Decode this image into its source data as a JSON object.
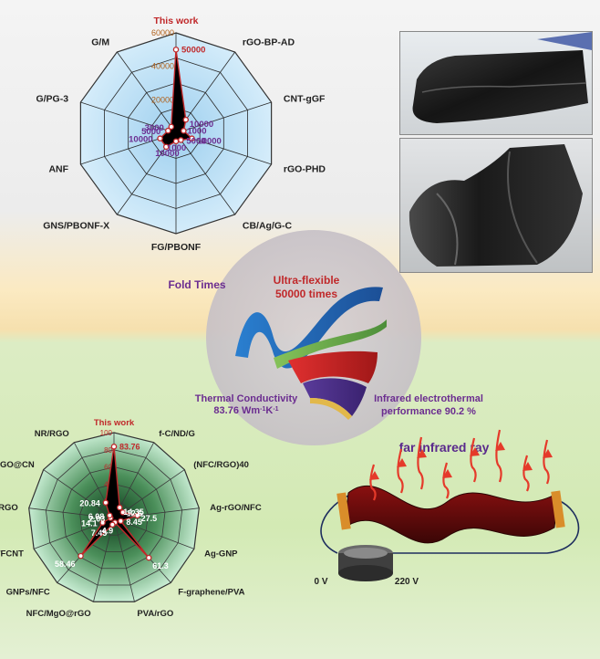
{
  "chart_data": [
    {
      "type": "radar",
      "title": "Fold Times",
      "highlight_label": "This work",
      "categories": [
        "This work",
        "rGO-BP-AD",
        "CNT-gGF",
        "rGO-PHD",
        "CB/Ag/G-C",
        "FG/PBONF",
        "GNS/PBONF-X",
        "ANF",
        "G/PG-3",
        "G/M"
      ],
      "values": [
        50000,
        10000,
        1000,
        10000,
        5000,
        1000,
        10000,
        10000,
        5000,
        3000
      ],
      "value_labels": [
        "50000",
        "10000",
        "1000",
        "10000",
        "5000",
        "1000",
        "10000",
        "10000",
        "5000",
        "3000"
      ],
      "axis_ticks": [
        "60000",
        "40000",
        "20000",
        "0"
      ],
      "rlim": [
        0,
        60000
      ]
    },
    {
      "type": "radar",
      "title": "Thermal Conductivity",
      "highlight_label": "This work",
      "categories": [
        "This work",
        "f-C/ND/G",
        "(NFC/RGO)40",
        "Ag-rGO/NFC",
        "Ag-GNP",
        "F-graphene/PVA",
        "PVA/rGO",
        "NFC/MgO@rGO",
        "GNPs/NFC",
        "NFC/FCNT",
        "SR/RGO",
        "PI/rGO@CN",
        "NR/RGO"
      ],
      "values": [
        83.76,
        14.35,
        12.6,
        27.5,
        8.45,
        61.3,
        4.9,
        7.45,
        58.46,
        14.1,
        2.03,
        6.08,
        20.84
      ],
      "value_labels": [
        "83.76",
        "14.35",
        "12.6",
        "27.5",
        "8.45",
        "61.3",
        "4.9",
        "7.45",
        "58.46",
        "14.1",
        "2.03",
        "6.08",
        "20.84"
      ],
      "axis_ticks": [
        "100",
        "80",
        "60",
        "40",
        "20",
        "0"
      ],
      "rlim": [
        0,
        100
      ]
    }
  ],
  "center": {
    "ultra_flexible": "Ultra-flexible",
    "fold_count": "50000 times",
    "fold_times": "Fold Times",
    "thermal_title": "Thermal Conductivity",
    "thermal_value": "83.76 Wm",
    "thermal_sup1": "-1",
    "thermal_k": "K",
    "thermal_sup2": "-1",
    "ir_line1": "Infrared electrothermal",
    "ir_line2": "performance 90.2 %"
  },
  "heater": {
    "title": "far infrared ray",
    "v0": "0 V",
    "v220": "220 V"
  },
  "colors": {
    "accent_red": "#c0282a",
    "label_purple": "#6b2d90",
    "radar_fill_top": "#c6e6f8",
    "radar_fill_bottom": "#1f6b3a",
    "bg_top": "#ededed",
    "bg_mid": "#f8e3b4",
    "bg_bottom": "#d6ebb6"
  }
}
